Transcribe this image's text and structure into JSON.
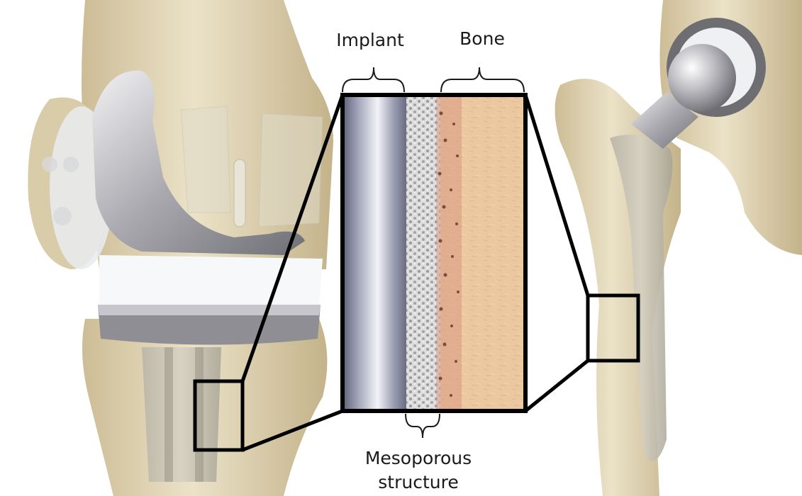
{
  "labels": {
    "implant": "Implant",
    "bone": "Bone",
    "mesoporous_line1": "Mesoporous",
    "mesoporous_line2": "structure"
  },
  "colors": {
    "bone_light": "#e6dcc0",
    "bone_shade": "#c9b991",
    "metal_light": "#e4e4e6",
    "metal_dark": "#8a8a90",
    "poly_white": "#f4f6f8",
    "implant_blue_dark": "#6d6f86",
    "implant_blue_light": "#eceef4",
    "porous_gray": "#dcdcdc",
    "bone_tissue": "#ecc9a2",
    "pore_red": "#c77a6c",
    "outline": "#000000"
  }
}
